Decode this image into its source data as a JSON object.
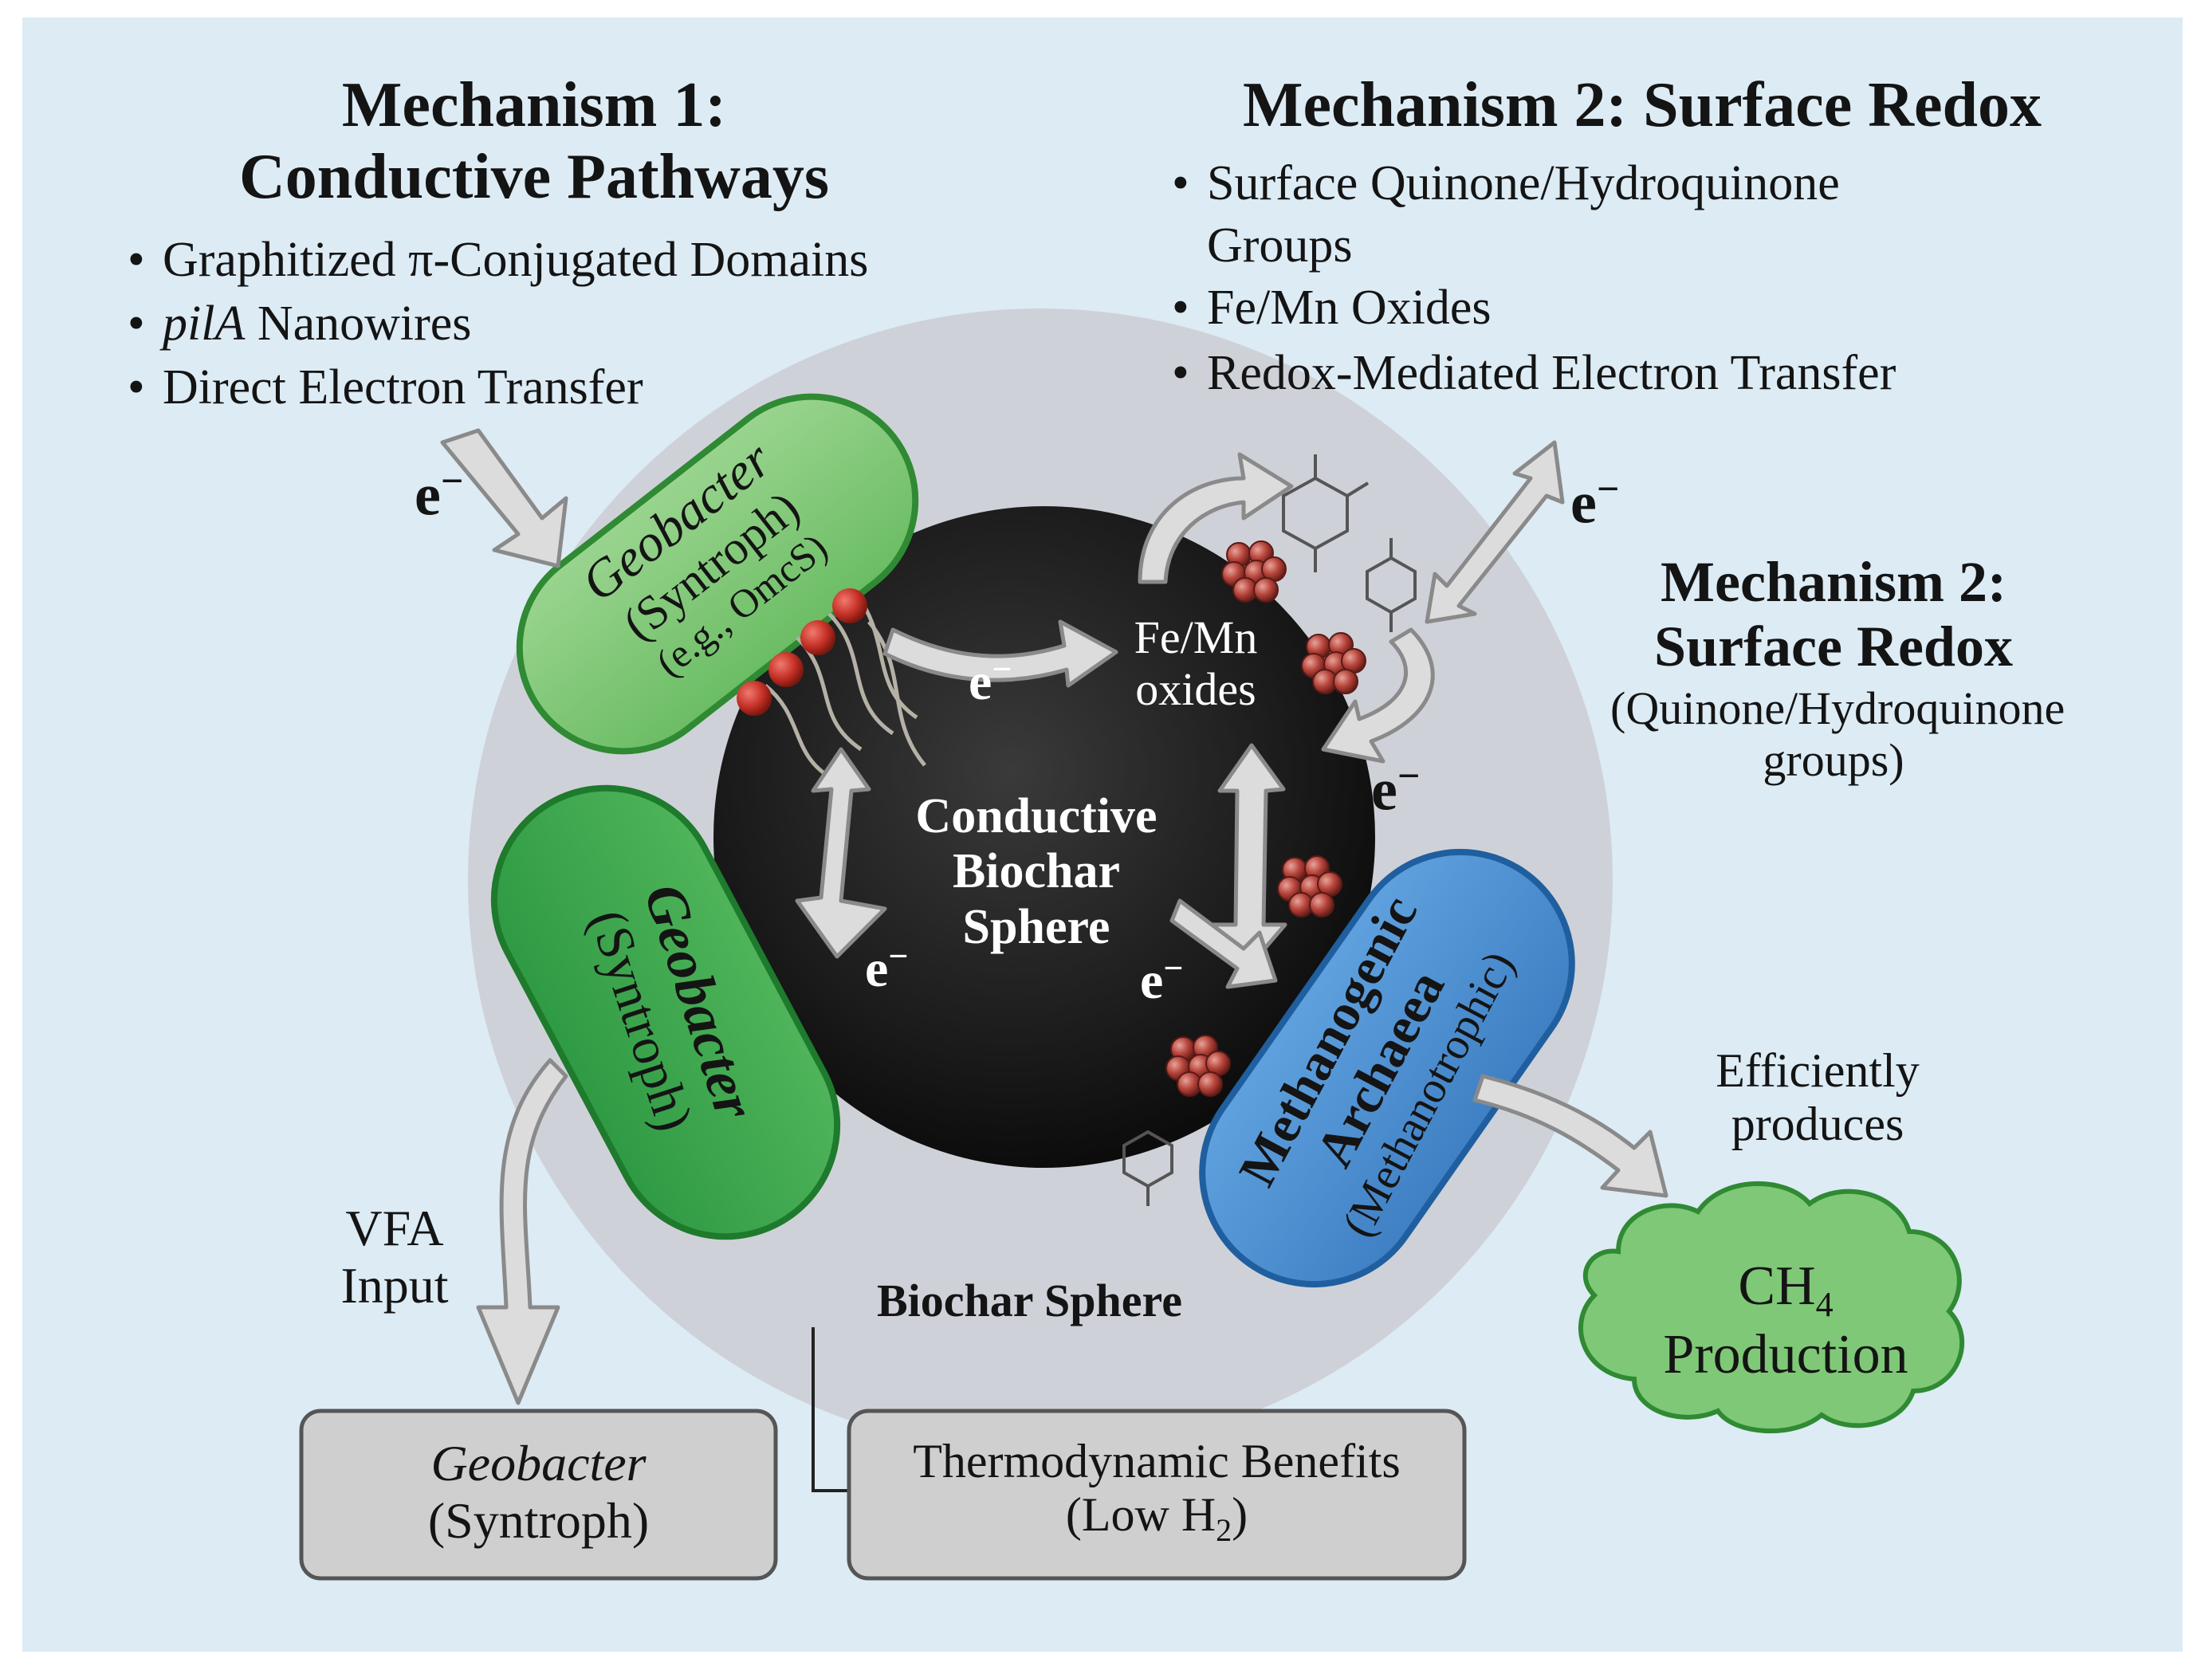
{
  "mechanism1": {
    "title_line1": "Mechanism 1:",
    "title_line2": "Conductive Pathways",
    "bullets": [
      {
        "text": "Graphitized π-Conjugated Domains"
      },
      {
        "text_italic": "pilA",
        "text": " Nanowires"
      },
      {
        "text": "Direct Electron Transfer"
      }
    ]
  },
  "mechanism2_top": {
    "title": "Mechanism 2: Surface Redox",
    "bullets": [
      "Surface Quinone/Hydroquinone",
      "Groups",
      "Fe/Mn Oxides",
      "Redox-Mediated Electron Transfer"
    ]
  },
  "mechanism2_side": {
    "title_line1": "Mechanism 2:",
    "title_line2": "Surface Redox",
    "sub_line1": "(Quinone/Hydroquinone",
    "sub_line2": "groups)"
  },
  "electron": {
    "base": "e",
    "sup": "−"
  },
  "sphere": {
    "core_line1": "Conductive",
    "core_line2": "Biochar",
    "core_line3": "Sphere",
    "outer_label": "Biochar Sphere",
    "oxides_line1": "Fe/Mn",
    "oxides_line2": "oxides"
  },
  "geobacter_top": {
    "name": "Geobacter",
    "role": "(Syntroph)",
    "detail": "(e.g., OmcS)"
  },
  "geobacter_left": {
    "name": "Geobacter",
    "role": "(Syntroph)"
  },
  "archaea": {
    "line1": "Methanogenic",
    "line2": "Archaeea",
    "line3": "(Methanotrophic)"
  },
  "vfa": {
    "line1": "VFA",
    "line2": "Input"
  },
  "efficiency": {
    "line1": "Efficiently",
    "line2": "produces"
  },
  "ch4": {
    "formula_base": "CH",
    "formula_sub": "4",
    "line2": "Production"
  },
  "box_geobacter": {
    "name": "Geobacter",
    "role": "(Syntroph)"
  },
  "box_thermo": {
    "line1": "Thermodynamic Benefits",
    "line2_prefix": "(Low H",
    "line2_sub": "2",
    "line2_suffix": ")"
  },
  "colors": {
    "background": "#dcebf4",
    "halo": "#cfd1d8",
    "sphere": "#1c1c1c",
    "geobacter_light": "#7cc574",
    "geobacter_dark": "#36a24a",
    "archaea_blue": "#4b8ed0",
    "cloud_green": "#7fc877",
    "box_gray": "#cfcfcf",
    "oxide_red": "#c43a30"
  }
}
